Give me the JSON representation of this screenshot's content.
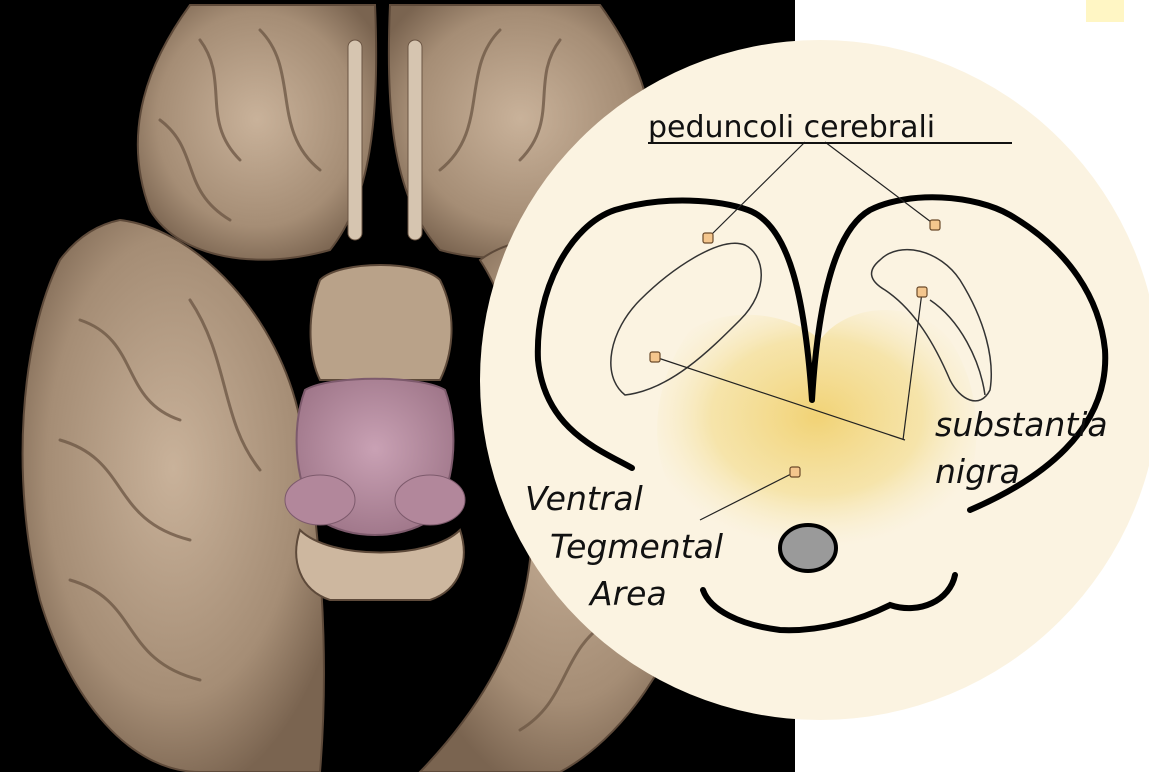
{
  "labels": {
    "cerebral_peduncles": "peduncoli cerebrali",
    "substantia_line1": "substantia",
    "substantia_line2": "nigra",
    "vta_line1": "Ventral",
    "vta_line2": "Tegmental",
    "vta_line3": "Area"
  },
  "colors": {
    "background_black": "#000000",
    "brain_tissue": "#a89077",
    "brain_highlight": "#c8b299",
    "brain_shadow": "#5e4a3a",
    "midbrain_pink": "#b48aa0",
    "inset_circle": "#fbf3e1",
    "yellow_region": "#f0d77a",
    "aqueduct_gray": "#9a9a9a",
    "point_marker": "#f4c68d",
    "outline": "#000000"
  },
  "icons": {
    "brain_image": "brain-inferior-view",
    "inset": "midbrain-cross-section"
  }
}
